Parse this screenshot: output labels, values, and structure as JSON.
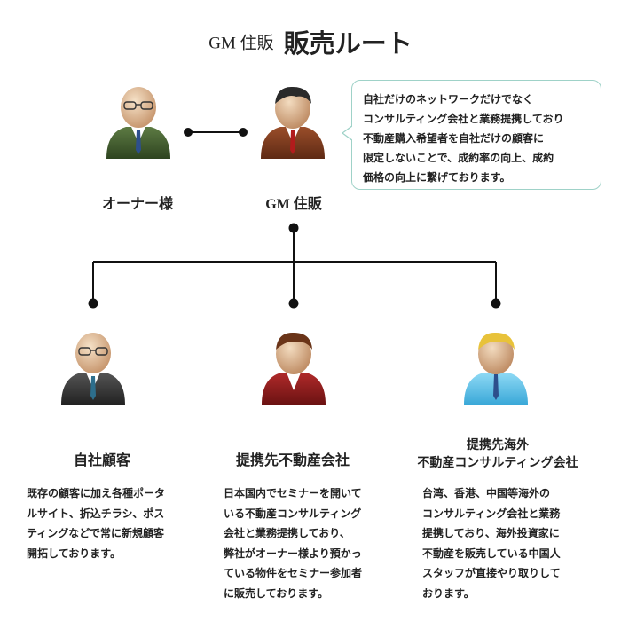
{
  "title": {
    "brand": "GM 住販",
    "main": "販売ルート"
  },
  "nodes": {
    "owner": {
      "label": "オーナー様"
    },
    "gm": {
      "label": "GM 住販"
    },
    "own_customers": {
      "label": "自社顧客"
    },
    "partner_domestic": {
      "label": "提携先不動産会社"
    },
    "partner_overseas": {
      "label_line1": "提携先海外",
      "label_line2": "不動産コンサルティング会社"
    }
  },
  "bubble": {
    "lines": [
      "自社だけのネットワークだけでなく",
      "コンサルティング会社と業務提携しており",
      "不動産購入希望者を自社だけの顧客に",
      "限定しないことで、成約率の向上、成約",
      "価格の向上に繋げております。"
    ]
  },
  "descriptions": {
    "own_customers": [
      "既存の顧客に加え各種ポータ",
      "ルサイト、折込チラシ、ポス",
      "ティングなどで常に新規顧客",
      "開拓しております。"
    ],
    "partner_domestic": [
      "日本国内でセミナーを開いて",
      "いる不動産コンサルティング",
      "会社と業務提携しており、",
      "弊社がオーナー様より預かっ",
      "ている物件をセミナー参加者",
      "に販売しております。"
    ],
    "partner_overseas": [
      "台湾、香港、中国等海外の",
      "コンサルティング会社と業務",
      "提携しており、海外投資家に",
      "不動産を販売している中国人",
      "スタッフが直接やり取りして",
      "おります。"
    ]
  },
  "colors": {
    "owner_suit": "#3f5a2a",
    "gm_suit": "#7a3a1e",
    "own_customers_suit": "#3a3a3a",
    "partner_domestic_suit": "#8e1f1f",
    "partner_overseas_shirt": "#5fc6ee",
    "bubble_border": "#9fd2c8"
  }
}
